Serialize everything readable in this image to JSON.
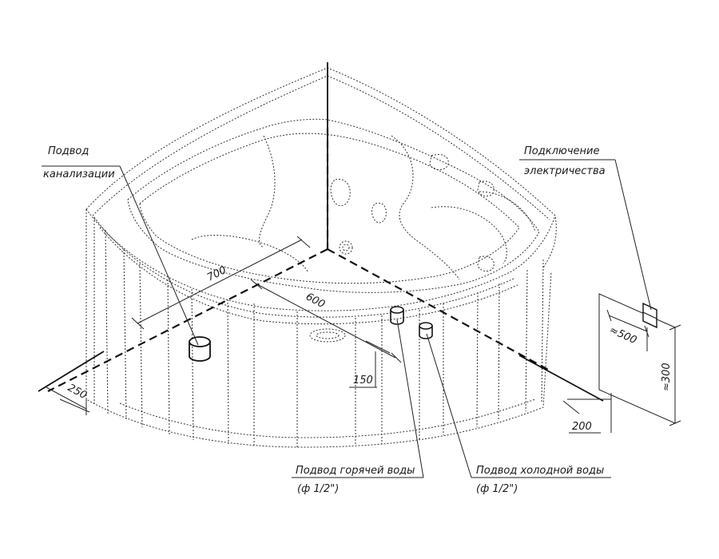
{
  "labels": {
    "drain": [
      "Подвод",
      "канализации"
    ],
    "electric": [
      "Подключение",
      "электричества"
    ],
    "hot_water": [
      "Подвод горячей воды",
      "(ф 1/2\")"
    ],
    "cold_water": [
      "Подвод холодной воды",
      "(ф  1/2\")"
    ]
  },
  "dimensions": {
    "d700": "700",
    "d600": "600",
    "d150": "150",
    "d250": "250",
    "d200": "200",
    "d500": "≈500",
    "d300": "≈300"
  }
}
